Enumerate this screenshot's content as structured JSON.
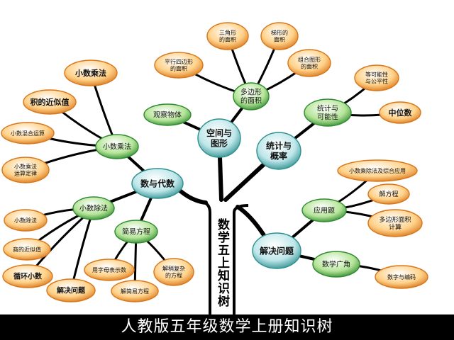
{
  "title": "人教版五年级数学上册知识树",
  "trunk_label": "数学五上知识树",
  "colors": {
    "teal": "#2e8f8f",
    "teal_light": "#bfe7ea",
    "green": "#2f8a2f",
    "green_light": "#b6e59a",
    "orange": "#d8761a",
    "orange_light": "#ffd28a",
    "branch": "#000000",
    "banner": "#000000"
  },
  "tree": {
    "main_branches": [
      {
        "label": "空间与\n图形",
        "children": [
          {
            "label": "观察物体",
            "children": []
          },
          {
            "label": "多边形\n的面积",
            "children": [
              "三角形\n的面积",
              "梯形的\n面积",
              "平行四边形\n的面积",
              "组合图形\n的面积"
            ]
          }
        ]
      },
      {
        "label": "统计与\n概率",
        "children": [
          {
            "label": "统计与\n可能性",
            "children": [
              "等可能性\n与公平性",
              "中位数"
            ]
          }
        ]
      },
      {
        "label": "数与代数",
        "children": [
          {
            "label": "小数乘法",
            "children": [
              "小数乘法",
              "积的近似值",
              "小数混合运算",
              "小数乘法\n运算定律"
            ]
          },
          {
            "label": "小数除法",
            "children": [
              "小数除法",
              "商的近似值",
              "循环小数",
              "解决问题"
            ]
          },
          {
            "label": "简易方程",
            "children": [
              "用字母表示数",
              "解简易方程",
              "解稍复杂\n的方程"
            ]
          }
        ]
      },
      {
        "label": "解决问题",
        "children": [
          {
            "label": "应用题",
            "children": [
              "小数乘除法及综合应用",
              "解方程",
              "多边形面积\n计算"
            ]
          },
          {
            "label": "数学广角",
            "children": [
              "数字与编码"
            ]
          }
        ]
      }
    ]
  }
}
